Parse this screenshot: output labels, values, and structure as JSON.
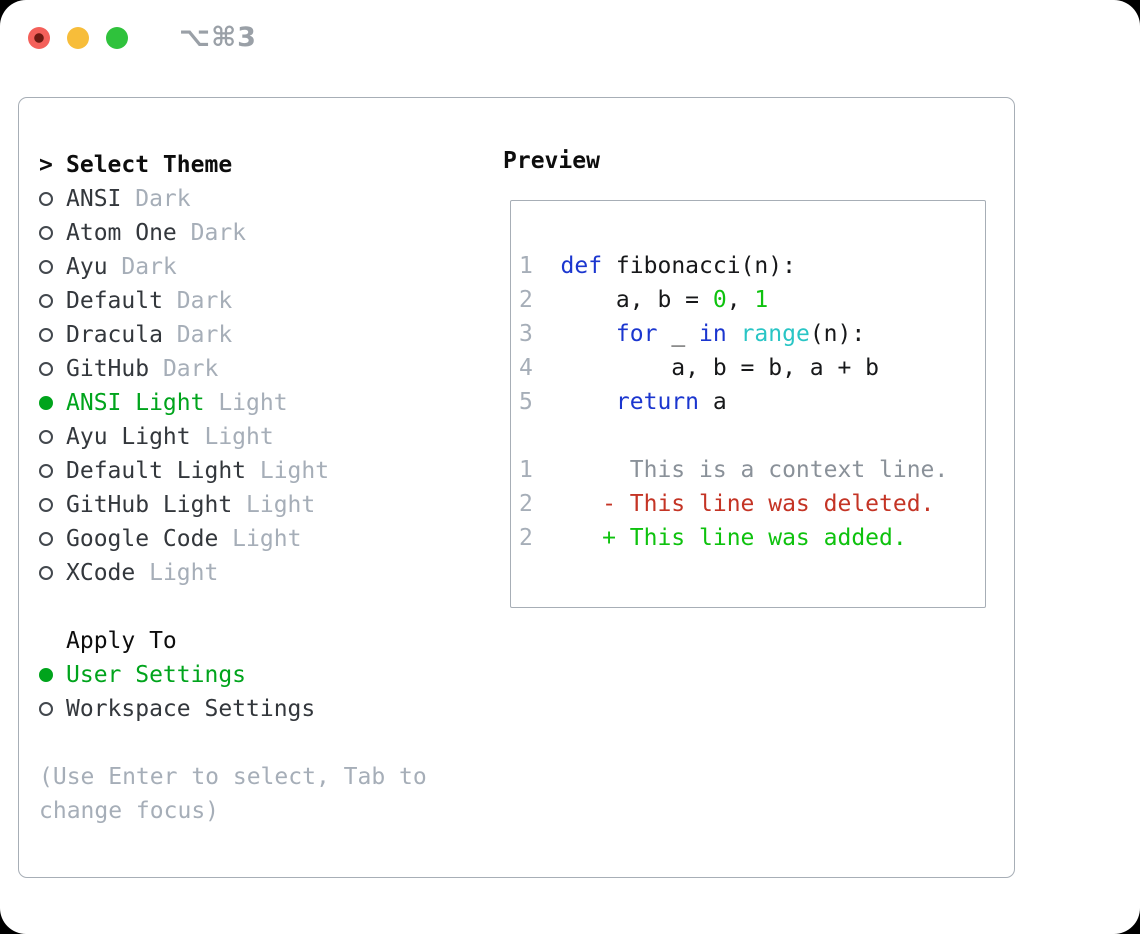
{
  "window": {
    "title": "⌥⌘3",
    "traffic_lights": {
      "close_color": "#f4605a",
      "close_dot_color": "#6d1a12",
      "minimize_color": "#f7bd3a",
      "maximize_color": "#2fc23c"
    }
  },
  "theme_picker": {
    "prompt": ">",
    "header": "Select Theme",
    "themes": [
      {
        "name": "ANSI",
        "variant": "Dark",
        "selected": false
      },
      {
        "name": "Atom One",
        "variant": "Dark",
        "selected": false
      },
      {
        "name": "Ayu",
        "variant": "Dark",
        "selected": false
      },
      {
        "name": "Default",
        "variant": "Dark",
        "selected": false
      },
      {
        "name": "Dracula",
        "variant": "Dark",
        "selected": false
      },
      {
        "name": "GitHub",
        "variant": "Dark",
        "selected": false
      },
      {
        "name": "ANSI Light",
        "variant": "Light",
        "selected": true
      },
      {
        "name": "Ayu Light",
        "variant": "Light",
        "selected": false
      },
      {
        "name": "Default Light",
        "variant": "Light",
        "selected": false
      },
      {
        "name": "GitHub Light",
        "variant": "Light",
        "selected": false
      },
      {
        "name": "Google Code",
        "variant": "Light",
        "selected": false
      },
      {
        "name": "XCode",
        "variant": "Light",
        "selected": false
      }
    ],
    "apply_to": {
      "header": "Apply To",
      "options": [
        {
          "label": "User Settings",
          "selected": true
        },
        {
          "label": "Workspace Settings",
          "selected": false
        }
      ]
    },
    "help_text": "(Use Enter to select, Tab to change focus)"
  },
  "preview": {
    "header": "Preview",
    "lines": [
      {
        "number": "1",
        "segments": [
          [
            "kw",
            "def"
          ],
          [
            "txt",
            " fibonacci(n):"
          ]
        ]
      },
      {
        "number": "2",
        "segments": [
          [
            "txt",
            "    a, b = "
          ],
          [
            "num",
            "0"
          ],
          [
            "txt",
            ", "
          ],
          [
            "num",
            "1"
          ]
        ]
      },
      {
        "number": "3",
        "segments": [
          [
            "txt",
            "    "
          ],
          [
            "kw",
            "for"
          ],
          [
            "txt",
            " _ "
          ],
          [
            "kw",
            "in"
          ],
          [
            "txt",
            " "
          ],
          [
            "fn",
            "range"
          ],
          [
            "txt",
            "(n):"
          ]
        ]
      },
      {
        "number": "4",
        "segments": [
          [
            "txt",
            "        a, b = b, a + b"
          ]
        ]
      },
      {
        "number": "5",
        "segments": [
          [
            "txt",
            "    "
          ],
          [
            "kw",
            "return"
          ],
          [
            "txt",
            " a"
          ]
        ]
      },
      {
        "blank": true
      },
      {
        "number": "1",
        "segments": [
          [
            "ctx",
            "     This is a context line."
          ]
        ]
      },
      {
        "number": "2",
        "segments": [
          [
            "del",
            "   - This line was deleted."
          ]
        ]
      },
      {
        "number": "2",
        "segments": [
          [
            "add",
            "   + This line was added."
          ]
        ]
      }
    ]
  },
  "colors": {
    "accent_green": "#00a41c",
    "keyword_blue": "#1b36cf",
    "function_cyan": "#29c5c5",
    "literal_green": "#0ec20e",
    "deleted_red": "#c43425",
    "added_green": "#0ec20e",
    "context_gray": "#8a9199",
    "muted_gray": "#a6aeb8"
  }
}
